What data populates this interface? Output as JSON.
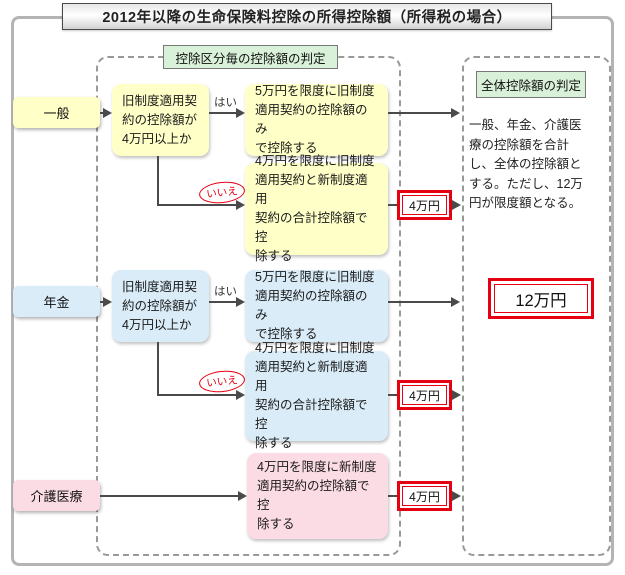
{
  "title": "2012年以降の生命保険料控除の所得控除額（所得税の場合）",
  "colors": {
    "general_yellow": "#ffffc8",
    "pension_blue": "#d9ecf8",
    "care_pink": "#fcdce4",
    "label_green": "#d9f0d9",
    "red_accent": "#e60012"
  },
  "left_region": {
    "label": "控除区分毎の控除額の判定",
    "rows": [
      {
        "category": "一般",
        "decision_lines": [
          "旧制度適用契",
          "約の控除額が",
          "4万円以上か"
        ],
        "yes": "はい",
        "no": "いいえ",
        "yes_result_lines": [
          "5万円を限度に旧制度",
          "適用契約の控除額のみ",
          "で控除する"
        ],
        "no_result_lines": [
          "4万円を限度に旧制度",
          "適用契約と新制度適用",
          "契約の合計控除額で控",
          "除する"
        ],
        "no_amount": "4万円"
      },
      {
        "category": "年金",
        "decision_lines": [
          "旧制度適用契",
          "約の控除額が",
          "4万円以上か"
        ],
        "yes": "はい",
        "no": "いいえ",
        "yes_result_lines": [
          "5万円を限度に旧制度",
          "適用契約の控除額のみ",
          "で控除する"
        ],
        "no_result_lines": [
          "4万円を限度に旧制度",
          "適用契約と新制度適用",
          "契約の合計控除額で控",
          "除する"
        ],
        "no_amount": "4万円"
      },
      {
        "category": "介護医療",
        "result_lines": [
          "4万円を限度に新制度",
          "適用契約の控除額で控",
          "除する"
        ],
        "amount": "4万円"
      }
    ]
  },
  "right_region": {
    "label": "全体控除額の判定",
    "description_lines": [
      "一般、年金、介護医",
      "療の控除額を合計",
      "し、全体の控除額と",
      "する。ただし、12万",
      "円が限度額となる。"
    ],
    "total_amount": "12万円"
  }
}
